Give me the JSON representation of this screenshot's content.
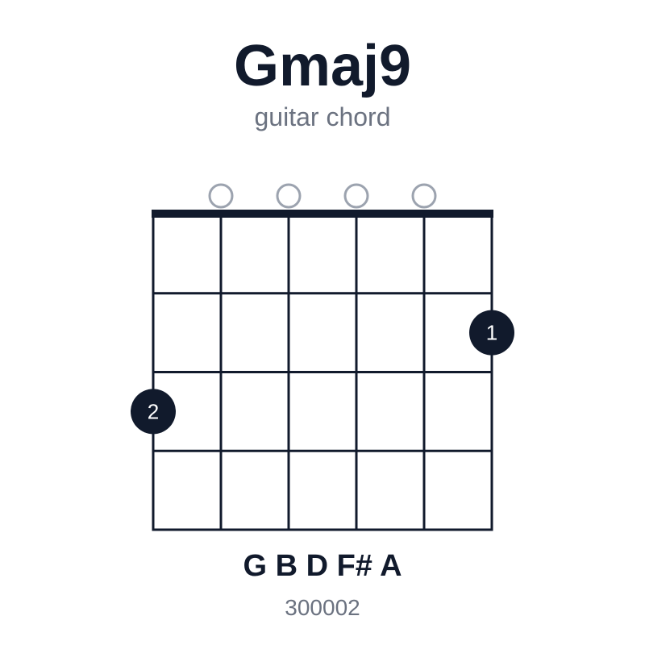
{
  "chord": {
    "name": "Gmaj9",
    "subtitle": "guitar chord",
    "notes": "G B D F# A",
    "fingering": "300002"
  },
  "diagram": {
    "strings": 6,
    "frets": 4,
    "open_strings": [
      2,
      3,
      4,
      5
    ],
    "dots": [
      {
        "string": 6,
        "fret": 2,
        "finger": "1"
      },
      {
        "string": 1,
        "fret": 3,
        "finger": "2"
      }
    ]
  },
  "colors": {
    "ink": "#111a2c",
    "muted": "#6b7280",
    "open_marker": "#9ca3af",
    "dot_text": "#ffffff"
  }
}
